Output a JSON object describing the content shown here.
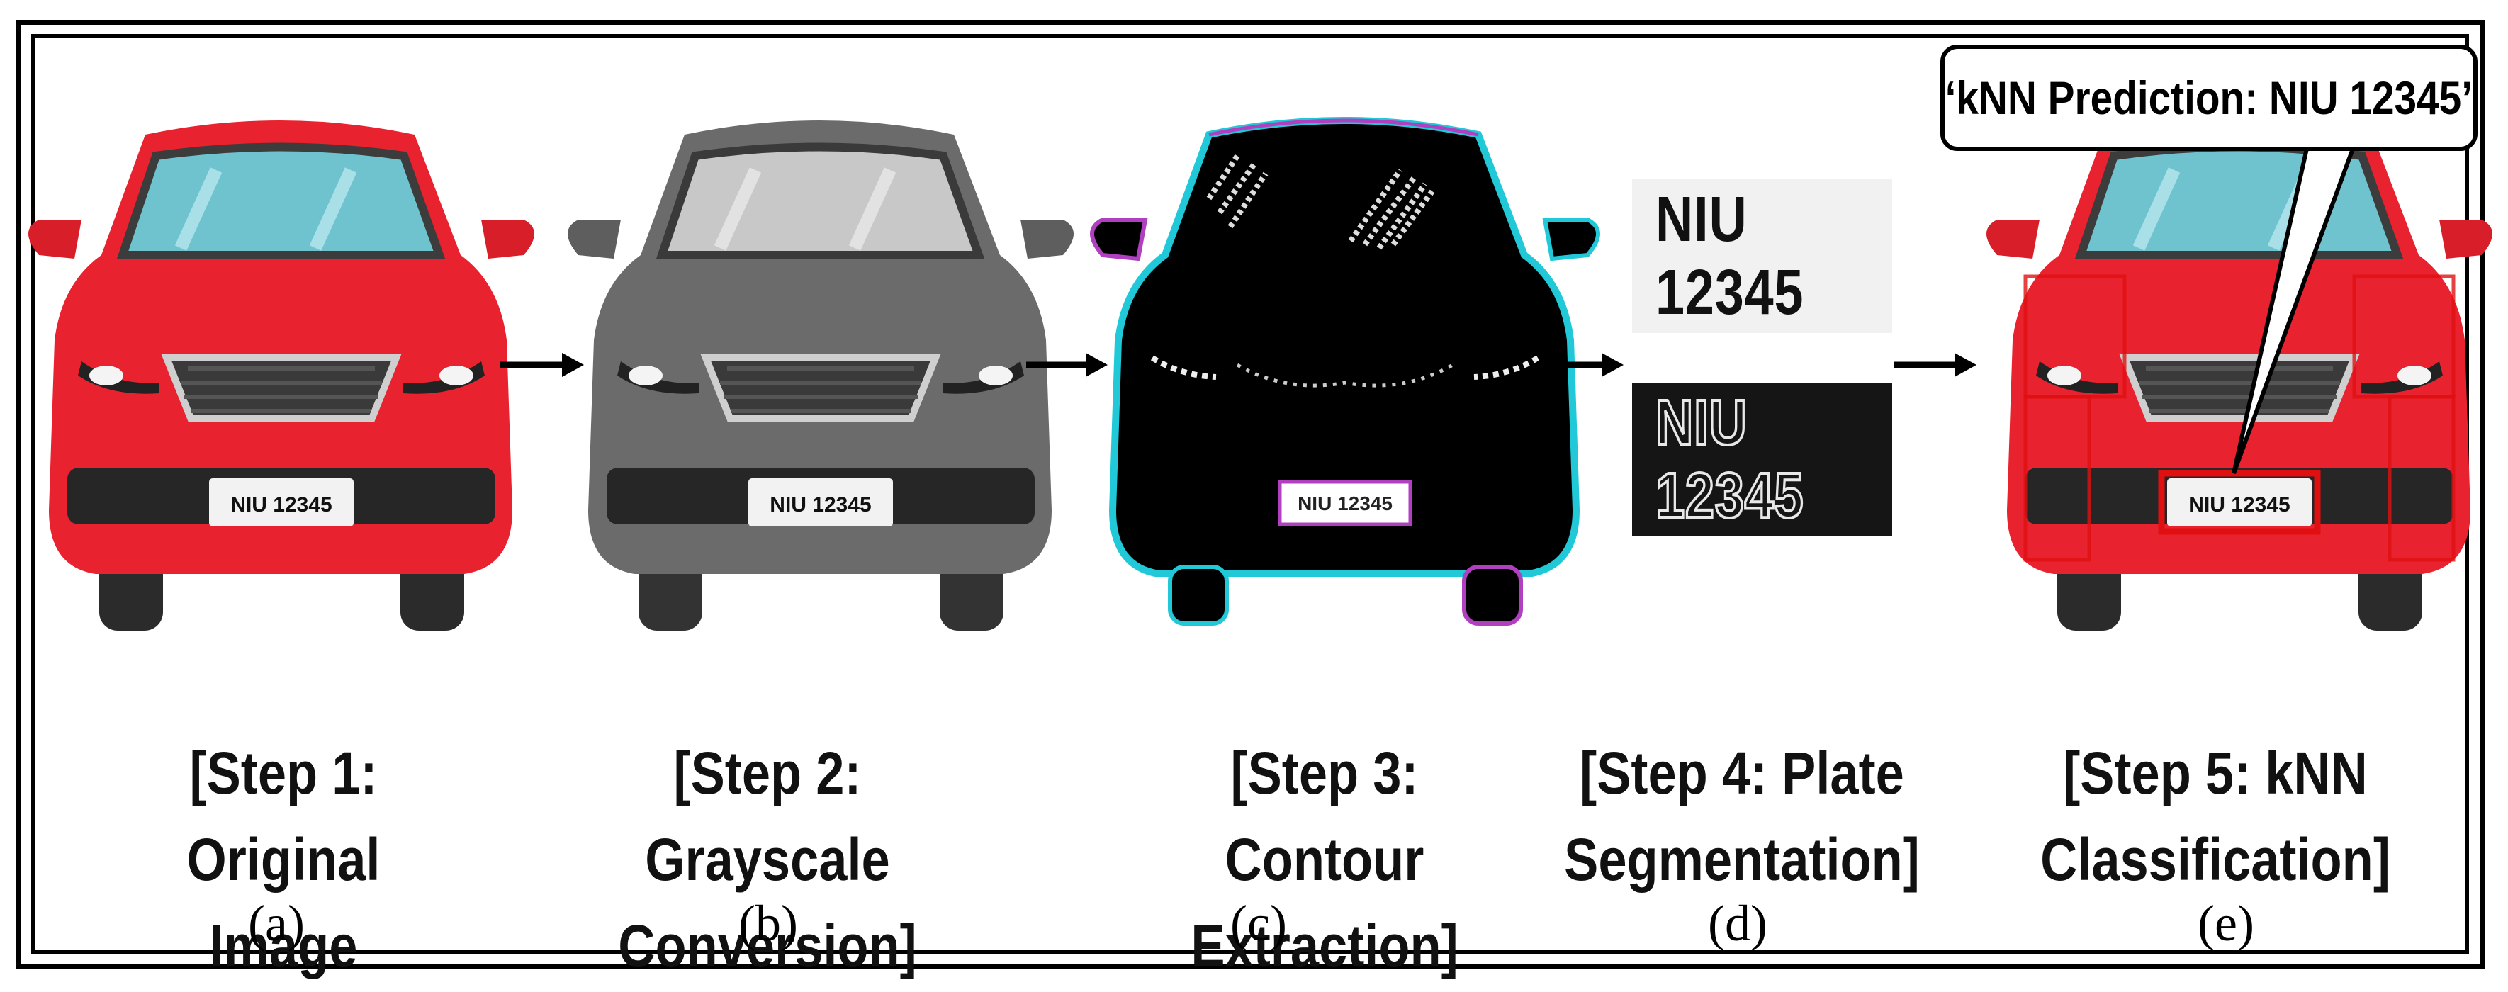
{
  "steps": [
    {
      "title_line1": "[Step 1: Original",
      "title_line2": "Image",
      "sub": "(a)",
      "plate": "NIU 12345"
    },
    {
      "title_line1": "[Step 2: Grayscale",
      "title_line2": "Conversion]",
      "sub": "(b)",
      "plate": "NIU 12345"
    },
    {
      "title_line1": "[Step 3: Contour",
      "title_line2": "Extraction]",
      "sub": "(c)",
      "plate": "NIU 12345"
    },
    {
      "title_line1": "[Step 4: Plate",
      "title_line2": "Segmentation]",
      "sub": "(d)"
    },
    {
      "title_line1": "[Step 5: kNN",
      "title_line2": "Classification]",
      "sub": "(e)",
      "plate": "NIU 12345"
    }
  ],
  "segmentation": {
    "plate_white_text": "NIU 12345",
    "plate_black_text": "NIU 12345"
  },
  "callout": {
    "text": "‘kNN Prediction: NIU 12345’"
  },
  "colors": {
    "car_red": "#e8222e",
    "car_gray": "#6b6b6b",
    "contour_black": "#000000",
    "contour_cyan": "#20c8d8",
    "contour_magenta": "#b040c0",
    "detect_box": "#e01010"
  },
  "icons": [
    "car-icon",
    "arrow-right-icon"
  ]
}
